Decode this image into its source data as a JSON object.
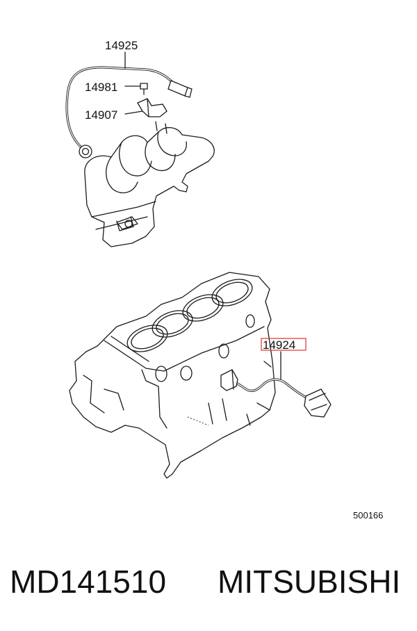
{
  "diagram": {
    "callouts": {
      "c1": "14925",
      "c2": "14981",
      "c3": "14907",
      "c4": "14924"
    },
    "figure_code": "500166",
    "highlight_color": "#e03030"
  },
  "footer": {
    "part_number": "MD141510",
    "brand": "MITSUBISHI"
  }
}
